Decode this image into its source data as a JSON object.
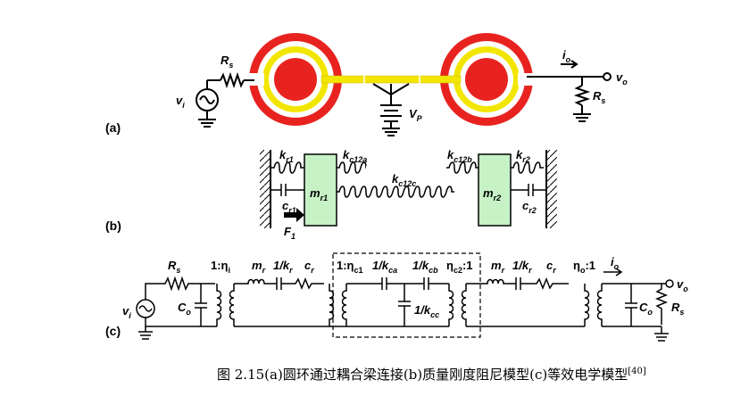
{
  "panels": {
    "a": {
      "tag": "(a)",
      "rs_in": "R",
      "rs_in_sub": "s",
      "vi": "v",
      "vi_sub": "i",
      "io": "i",
      "io_sub": "o",
      "vo": "v",
      "vo_sub": "o",
      "rs_out": "R",
      "rs_out_sub": "s",
      "vp": "V",
      "vp_sub": "P"
    },
    "b": {
      "tag": "(b)",
      "kr1": "k",
      "kr1_sub": "r1",
      "kc12a": "k",
      "kc12a_sub": "c12a",
      "kc12b": "k",
      "kc12b_sub": "c12b",
      "kr2": "k",
      "kr2_sub": "r2",
      "kc12c": "k",
      "kc12c_sub": "c12c",
      "cr1": "c",
      "cr1_sub": "r1",
      "cr2": "c",
      "cr2_sub": "r2",
      "mr1": "m",
      "mr1_sub": "r1",
      "mr2": "m",
      "mr2_sub": "r2",
      "f1": "F",
      "f1_sub": "1"
    },
    "c": {
      "tag": "(c)",
      "rs": "R",
      "rs_sub": "s",
      "vi": "v",
      "vi_sub": "i",
      "co": "C",
      "co_sub": "o",
      "t1": "1:η",
      "t1_sub": "i",
      "mr": "m",
      "mr_sub": "r",
      "kr": "1/k",
      "kr_sub": "r",
      "cr": "c",
      "cr_sub": "r",
      "tc1": "1:η",
      "tc1_sub": "c1",
      "kca": "1/k",
      "kca_sub": "ca",
      "kcb": "1/k",
      "kcb_sub": "cb",
      "kcc": "1/k",
      "kcc_sub": "cc",
      "tc2": "η",
      "tc2_sub": "c2",
      "tc2_tail": ":1",
      "mr2": "m",
      "mr2_sub": "r",
      "kr2": "1/k",
      "kr2_sub": "r",
      "cr2": "c",
      "cr2_sub": "r",
      "to": "η",
      "to_sub": "o",
      "to_tail": ":1",
      "io": "i",
      "io_sub": "o",
      "vo": "v",
      "vo_sub": "o",
      "co2": "C",
      "co2_sub": "o",
      "rs2": "R",
      "rs2_sub": "s"
    }
  },
  "caption": "图 2.15(a)圆环通过耦合梁连接(b)质量刚度阻尼模型(c)等效电学模型",
  "caption_ref": "[40]",
  "colors": {
    "red": "#e8231f",
    "yellow": "#f2e600",
    "green": "#c6f2c6",
    "black": "#000000"
  }
}
